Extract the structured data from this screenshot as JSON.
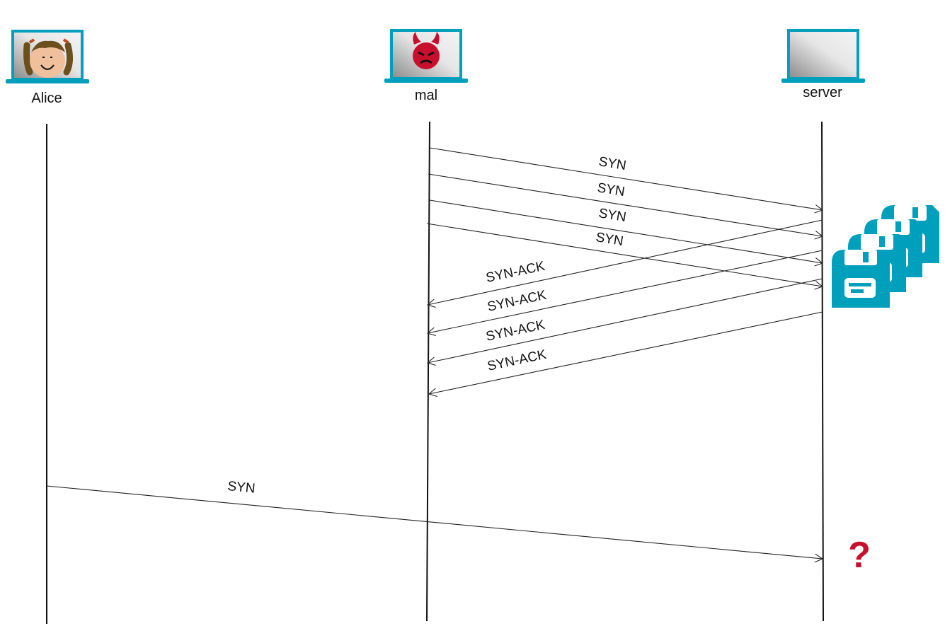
{
  "title": "SYN flood attack sequence",
  "participants": [
    {
      "id": "alice",
      "label": "Alice"
    },
    {
      "id": "mal",
      "label": "mal"
    },
    {
      "id": "server",
      "label": "server"
    }
  ],
  "messages": [
    {
      "from": "mal",
      "to": "server",
      "label": "SYN"
    },
    {
      "from": "mal",
      "to": "server",
      "label": "SYN"
    },
    {
      "from": "mal",
      "to": "server",
      "label": "SYN"
    },
    {
      "from": "mal",
      "to": "server",
      "label": "SYN"
    },
    {
      "from": "server",
      "to": "mal",
      "label": "SYN-ACK"
    },
    {
      "from": "server",
      "to": "mal",
      "label": "SYN-ACK"
    },
    {
      "from": "server",
      "to": "mal",
      "label": "SYN-ACK"
    },
    {
      "from": "server",
      "to": "mal",
      "label": "SYN-ACK"
    },
    {
      "from": "alice",
      "to": "server",
      "label": "SYN"
    }
  ],
  "server_state": {
    "icon": "floppy-disk-stack-icon",
    "count": 4
  },
  "outcome": {
    "icon": "question-mark-icon",
    "text": "?"
  },
  "colors": {
    "accent": "#009fbb",
    "alert": "#c8102e",
    "devil": "#c8102e"
  }
}
